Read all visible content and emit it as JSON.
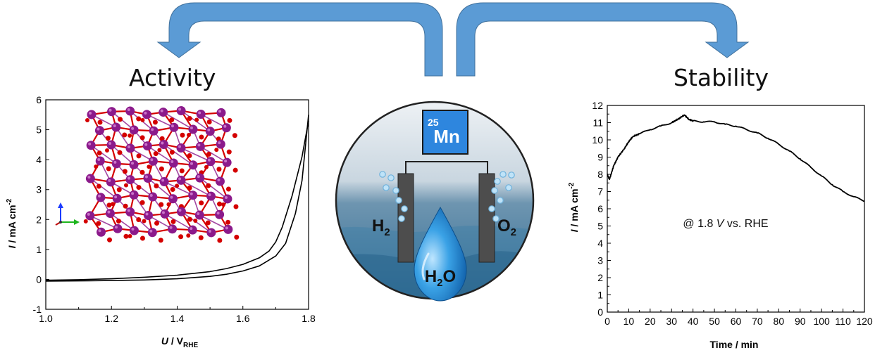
{
  "headings": {
    "left": "Activity",
    "right": "Stability"
  },
  "colors": {
    "arrow": "#5b9bd5",
    "arrow_edge": "#41719c",
    "curve": "#000000",
    "mn_box": "#2e86de",
    "water_top": "#dfe7ee",
    "water_bottom": "#2f6f96",
    "electrode": "#4d4d4d",
    "drop": "#2a8fd8",
    "bubble": "#9ed0f0",
    "atom_mn": "#8b1a8b",
    "atom_o": "#d40000"
  },
  "center": {
    "element": {
      "number": "25",
      "symbol": "Mn"
    },
    "left_label": {
      "main": "H",
      "sub": "2"
    },
    "right_label": {
      "main": "O",
      "sub": "2"
    },
    "drop_label": {
      "main": "H",
      "sub": "2",
      "end": "O"
    },
    "icons": [
      "electrolysis-cell-icon",
      "water-drop-icon",
      "crystal-structure-icon",
      "axis-triad-icon"
    ]
  },
  "chart_data": [
    {
      "type": "line",
      "xlabel": {
        "main": "U",
        "sep": " / V",
        "sub": "RHE"
      },
      "ylabel": {
        "main": "I",
        "sep": " / mA cm",
        "sup": "-2"
      },
      "xlim": [
        1.0,
        1.8
      ],
      "ylim": [
        -1,
        6
      ],
      "xticks": [
        1.0,
        1.2,
        1.4,
        1.6,
        1.8
      ],
      "xtick_labels": [
        "1.0",
        "1.2",
        "1.4",
        "1.6",
        "1.8"
      ],
      "yticks": [
        -1,
        0,
        1,
        2,
        3,
        4,
        5,
        6
      ],
      "ytick_labels": [
        "-1",
        "0",
        "1",
        "2",
        "3",
        "4",
        "5",
        "6"
      ],
      "grid": false,
      "series": [
        {
          "x": [
            1.0,
            1.1,
            1.2,
            1.3,
            1.4,
            1.5,
            1.55,
            1.6,
            1.65,
            1.7,
            1.73,
            1.76,
            1.78,
            1.8
          ],
          "y": [
            -0.06,
            -0.05,
            -0.04,
            -0.02,
            0.02,
            0.1,
            0.17,
            0.28,
            0.45,
            0.78,
            1.2,
            2.2,
            3.3,
            5.5
          ]
        },
        {
          "x": [
            1.8,
            1.78,
            1.75,
            1.72,
            1.7,
            1.68,
            1.65,
            1.6,
            1.55,
            1.5,
            1.4,
            1.3,
            1.2,
            1.1,
            1.0
          ],
          "y": [
            5.3,
            4.1,
            2.8,
            1.75,
            1.25,
            0.95,
            0.72,
            0.5,
            0.36,
            0.26,
            0.14,
            0.07,
            0.02,
            -0.01,
            -0.03
          ]
        }
      ]
    },
    {
      "type": "line",
      "xlabel": {
        "main": "Time / min"
      },
      "ylabel": {
        "main": "I",
        "sep": " / mA cm",
        "sup": "-2"
      },
      "xlim": [
        0,
        120
      ],
      "ylim": [
        0,
        12
      ],
      "xticks": [
        0,
        10,
        20,
        30,
        40,
        50,
        60,
        70,
        80,
        90,
        100,
        110,
        120
      ],
      "xtick_labels": [
        "0",
        "10",
        "20",
        "30",
        "40",
        "50",
        "60",
        "70",
        "80",
        "90",
        "100",
        "110",
        "120"
      ],
      "yticks": [
        0,
        1,
        2,
        3,
        4,
        5,
        6,
        7,
        8,
        9,
        10,
        11,
        12
      ],
      "ytick_labels": [
        "0",
        "1",
        "2",
        "3",
        "4",
        "5",
        "6",
        "7",
        "8",
        "9",
        "10",
        "11",
        "12"
      ],
      "grid": false,
      "annotation": {
        "prefix": "@ 1.8 ",
        "italic": "V",
        "suffix": " vs. RHE"
      },
      "series": [
        {
          "x": [
            0,
            1,
            3,
            5,
            8,
            10,
            12,
            15,
            20,
            25,
            30,
            33,
            36,
            38,
            40,
            45,
            50,
            55,
            60,
            65,
            70,
            75,
            80,
            85,
            90,
            95,
            100,
            105,
            110,
            115,
            120
          ],
          "y": [
            8.0,
            7.7,
            8.5,
            9.0,
            9.5,
            9.9,
            10.2,
            10.35,
            10.6,
            10.8,
            11.0,
            11.2,
            11.45,
            11.2,
            11.1,
            11.05,
            11.05,
            10.9,
            10.8,
            10.6,
            10.4,
            10.1,
            9.75,
            9.35,
            8.9,
            8.4,
            7.9,
            7.4,
            7.0,
            6.7,
            6.45
          ]
        }
      ]
    }
  ]
}
